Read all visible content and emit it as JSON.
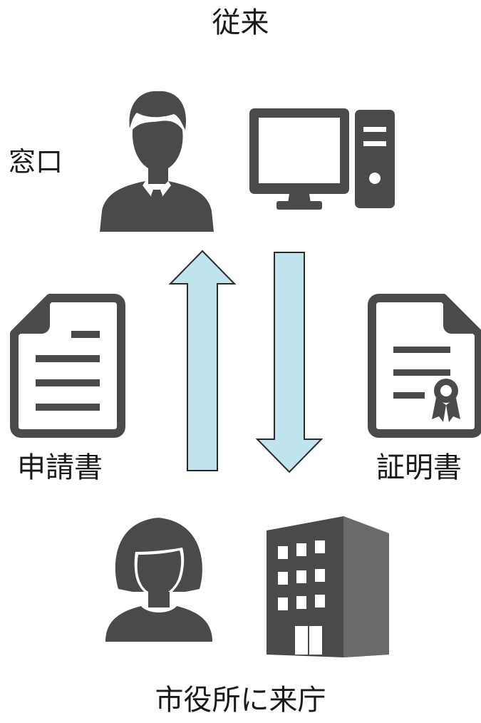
{
  "diagram": {
    "title": "従来",
    "counter_label": "窓口",
    "application_label": "申請書",
    "certificate_label": "証明書",
    "visit_label": "市役所に来庁",
    "colors": {
      "icon": "#4a4a4a",
      "arrow_fill": "#c0e4ee",
      "arrow_stroke": "#2a2a2a",
      "text": "#1a1a1a"
    },
    "icons": {
      "staff": "male-staff-icon",
      "computer": "desktop-computer-icon",
      "application": "application-document-icon",
      "certificate": "certificate-document-icon",
      "citizen": "female-citizen-icon",
      "building": "city-hall-building-icon",
      "up_arrow": "arrow-up-icon",
      "down_arrow": "arrow-down-icon"
    }
  }
}
